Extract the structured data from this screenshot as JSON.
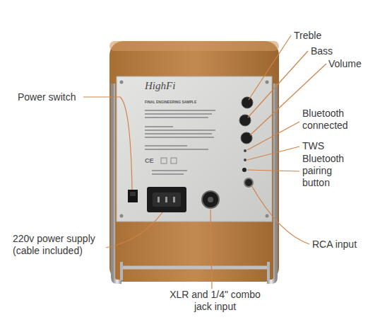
{
  "diagram": {
    "labels": [
      "Power switch",
      "Treble",
      "Bass",
      "Volume",
      "Bluetooth connected",
      "TWS",
      "Bluetooth pairing button",
      "220v power supply (cable included)",
      "RCA input",
      "XLR and 1/4\" combo jack input",
      "HighFi",
      "FINAL ENGINEERING SAMPLE",
      "CE"
    ]
  }
}
